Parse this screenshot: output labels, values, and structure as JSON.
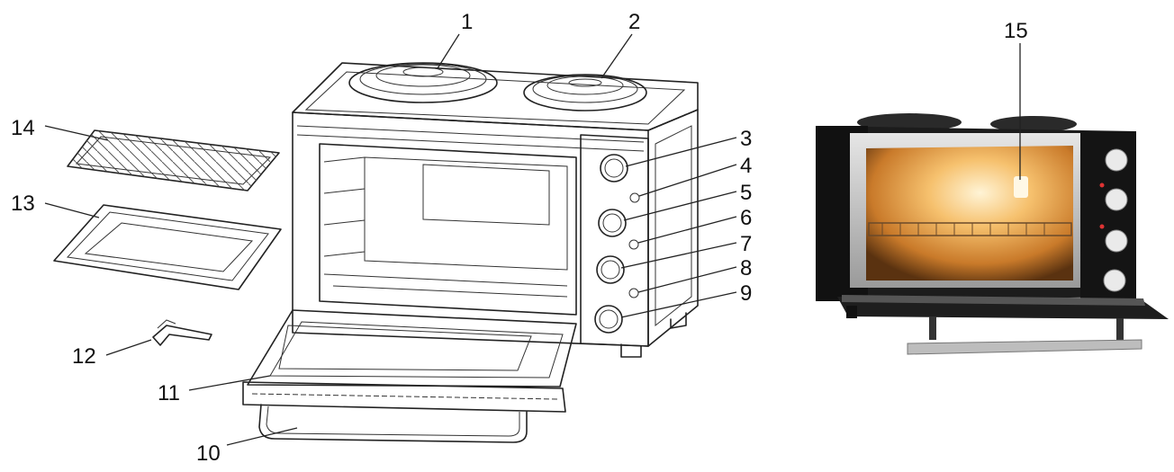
{
  "callouts": {
    "c1": "1",
    "c2": "2",
    "c3": "3",
    "c4": "4",
    "c5": "5",
    "c6": "6",
    "c7": "7",
    "c8": "8",
    "c9": "9",
    "c10": "10",
    "c11": "11",
    "c12": "12",
    "c13": "13",
    "c14": "14",
    "c15": "15"
  },
  "colors": {
    "line": "#222222",
    "oven_body": "#1c1c1c",
    "oven_glow": "#f4b15a",
    "steel": "#c9c9c9"
  }
}
